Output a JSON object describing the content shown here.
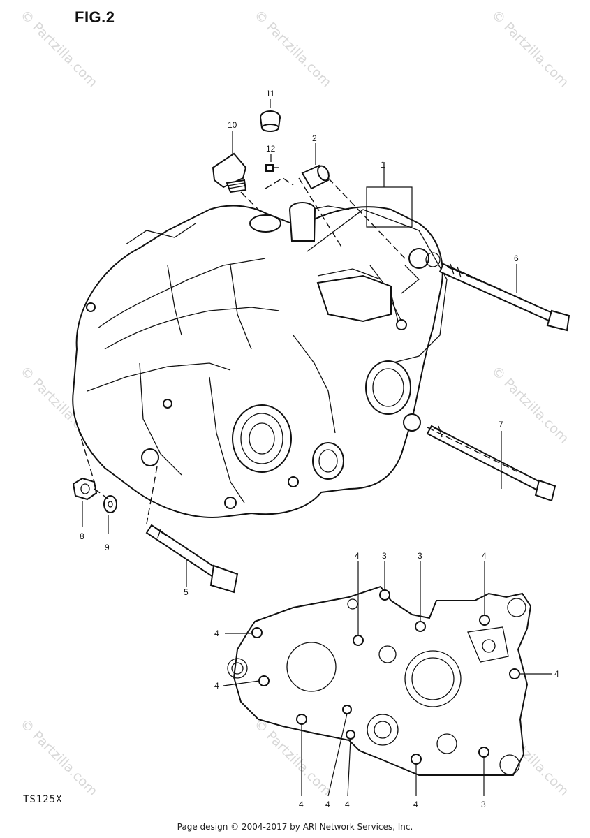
{
  "figure": {
    "title": "FIG.2",
    "model_code": "TS125X",
    "footer": "Page design © 2004-2017 by ARI Network Services, Inc."
  },
  "watermark": {
    "text": "© Partzilla.com"
  },
  "callouts": {
    "p1": "1",
    "p2": "2",
    "p5": "5",
    "p6": "6",
    "p7": "7",
    "p8": "8",
    "p9": "9",
    "p10": "10",
    "p11": "11",
    "p12": "12",
    "d4a": "4",
    "d4b": "4",
    "d4c": "4",
    "d4d": "4",
    "d4e": "4",
    "d4f": "4",
    "d4g": "4",
    "d4h": "4",
    "d4i": "4",
    "d3a": "3",
    "d3b": "3",
    "d3c": "3"
  }
}
